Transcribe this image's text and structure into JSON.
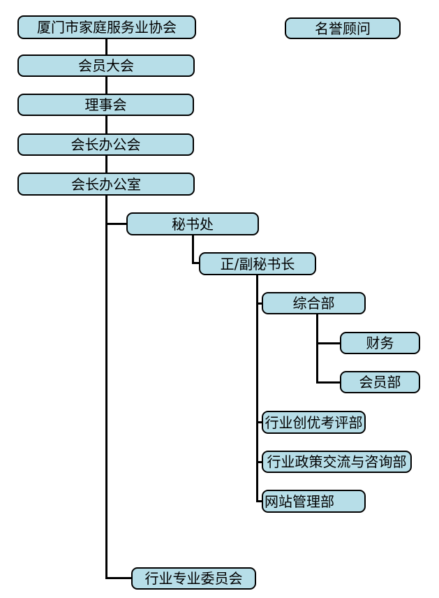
{
  "colors": {
    "box_fill": "#b7dee8",
    "box_border": "#000000",
    "connector": "#000000",
    "background": "#ffffff"
  },
  "nodes": {
    "association": "厦门市家庭服务业协会",
    "honorary_advisor": "名誉顾问",
    "member_assembly": "会员大会",
    "council": "理事会",
    "president_office_meeting": "会长办公会",
    "president_office": "会长办公室",
    "secretariat": "秘书处",
    "secretary_general": "正/副秘书长",
    "general_department": "综合部",
    "finance": "财务",
    "membership_department": "会员部",
    "industry_excellence_department": "行业创优考评部",
    "industry_policy_department": "行业政策交流与咨询部",
    "website_department": "网站管理部",
    "industry_committee": "行业专业委员会"
  },
  "hierarchy": {
    "edges": [
      [
        "association",
        "member_assembly"
      ],
      [
        "member_assembly",
        "council"
      ],
      [
        "council",
        "president_office_meeting"
      ],
      [
        "president_office_meeting",
        "president_office"
      ],
      [
        "president_office",
        "secretariat"
      ],
      [
        "president_office",
        "industry_committee"
      ],
      [
        "secretariat",
        "secretary_general"
      ],
      [
        "secretary_general",
        "general_department"
      ],
      [
        "secretary_general",
        "industry_excellence_department"
      ],
      [
        "secretary_general",
        "industry_policy_department"
      ],
      [
        "secretary_general",
        "website_department"
      ],
      [
        "general_department",
        "finance"
      ],
      [
        "general_department",
        "membership_department"
      ]
    ],
    "standalone": [
      "honorary_advisor"
    ]
  }
}
